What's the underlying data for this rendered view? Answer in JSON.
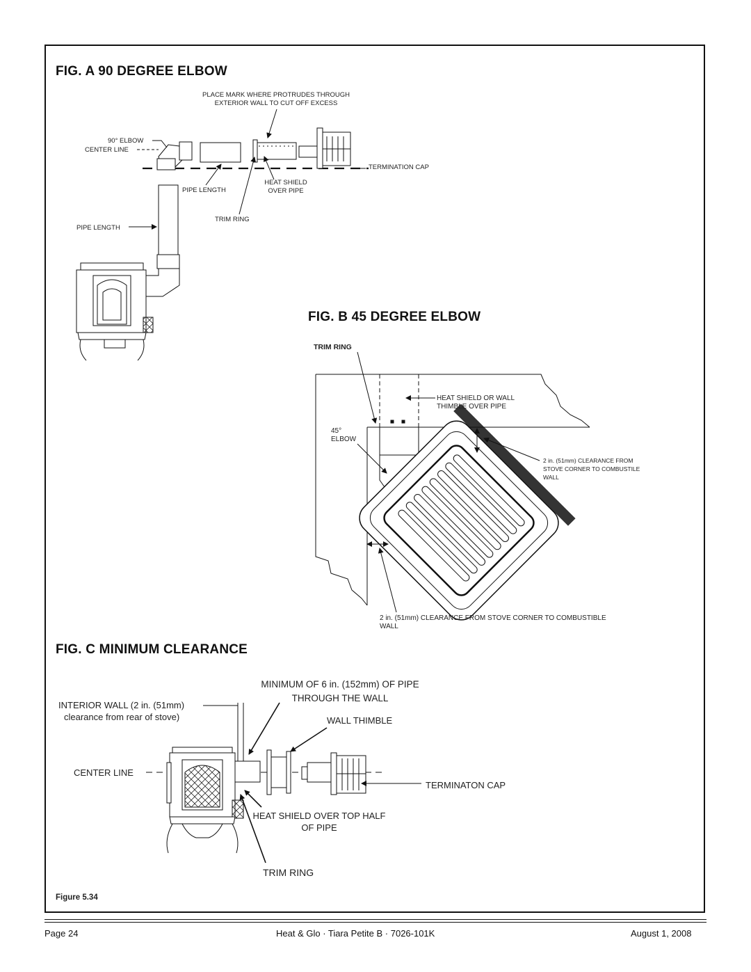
{
  "fig_a": {
    "title": "FIG. A   90 DEGREE ELBOW",
    "place_mark_line1": "PLACE MARK WHERE PROTRUDES THROUGH",
    "place_mark_line2": "EXTERIOR WALL TO CUT OFF EXCESS",
    "elbow_90": "90° ELBOW",
    "center_line": "CENTER LINE",
    "termination_cap": "TERMINATION CAP",
    "heat_shield_line1": "HEAT SHIELD",
    "heat_shield_line2": "OVER PIPE",
    "pipe_length_horizontal": "PIPE LENGTH",
    "trim_ring": "TRIM RING",
    "pipe_length_vertical": "PIPE LENGTH"
  },
  "fig_b": {
    "title": "FIG. B   45 DEGREE ELBOW",
    "trim_ring": "TRIM RING",
    "heat_shield_line1": "HEAT SHIELD OR WALL",
    "heat_shield_line2": "THIMBLE OVER PIPE",
    "elbow_line1": "45°",
    "elbow_line2": "ELBOW",
    "clearance_right_line1": "2 in. (51mm) CLEARANCE FROM",
    "clearance_right_line2": "STOVE CORNER TO COMBUSTILE",
    "clearance_right_line3": "WALL",
    "clearance_bottom_line1": "2 in. (51mm) CLEARANCE FROM STOVE CORNER TO COMBUSTIBLE",
    "clearance_bottom_line2": "WALL"
  },
  "fig_c": {
    "title": "FIG. C    MINIMUM CLEARANCE",
    "min_pipe_line1": "MINIMUM OF 6 in. (152mm) OF PIPE",
    "min_pipe_line2": "THROUGH THE WALL",
    "interior_wall_line1": "INTERIOR WALL (2 in. (51mm)",
    "interior_wall_line2": "clearance from rear of stove)",
    "wall_thimble": "WALL THIMBLE",
    "center_line": "CENTER LINE",
    "termination_cap": "TERMINATON CAP",
    "heat_shield_line1": "HEAT SHIELD OVER TOP HALF",
    "heat_shield_line2": "OF PIPE",
    "trim_ring": "TRIM RING"
  },
  "figure_label": "Figure 5.34",
  "footer": {
    "page": "Page  24",
    "doc": "Heat & Glo · Tiara Petite B · 7026-101K",
    "date": "August 1, 2008"
  }
}
